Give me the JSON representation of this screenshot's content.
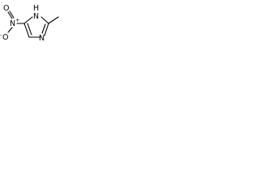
{
  "molecule": {
    "atoms": {
      "nh_n": "N",
      "nh_h": "H",
      "ring_n": "N",
      "nitro_n": "N",
      "nitro_o_single": "O",
      "nitro_o_double": "O",
      "nitro_n_charge": "+",
      "nitro_o_charge": "-"
    }
  },
  "colors": {
    "bond": "#000000",
    "label": "#000000",
    "background": "#ffffff"
  }
}
